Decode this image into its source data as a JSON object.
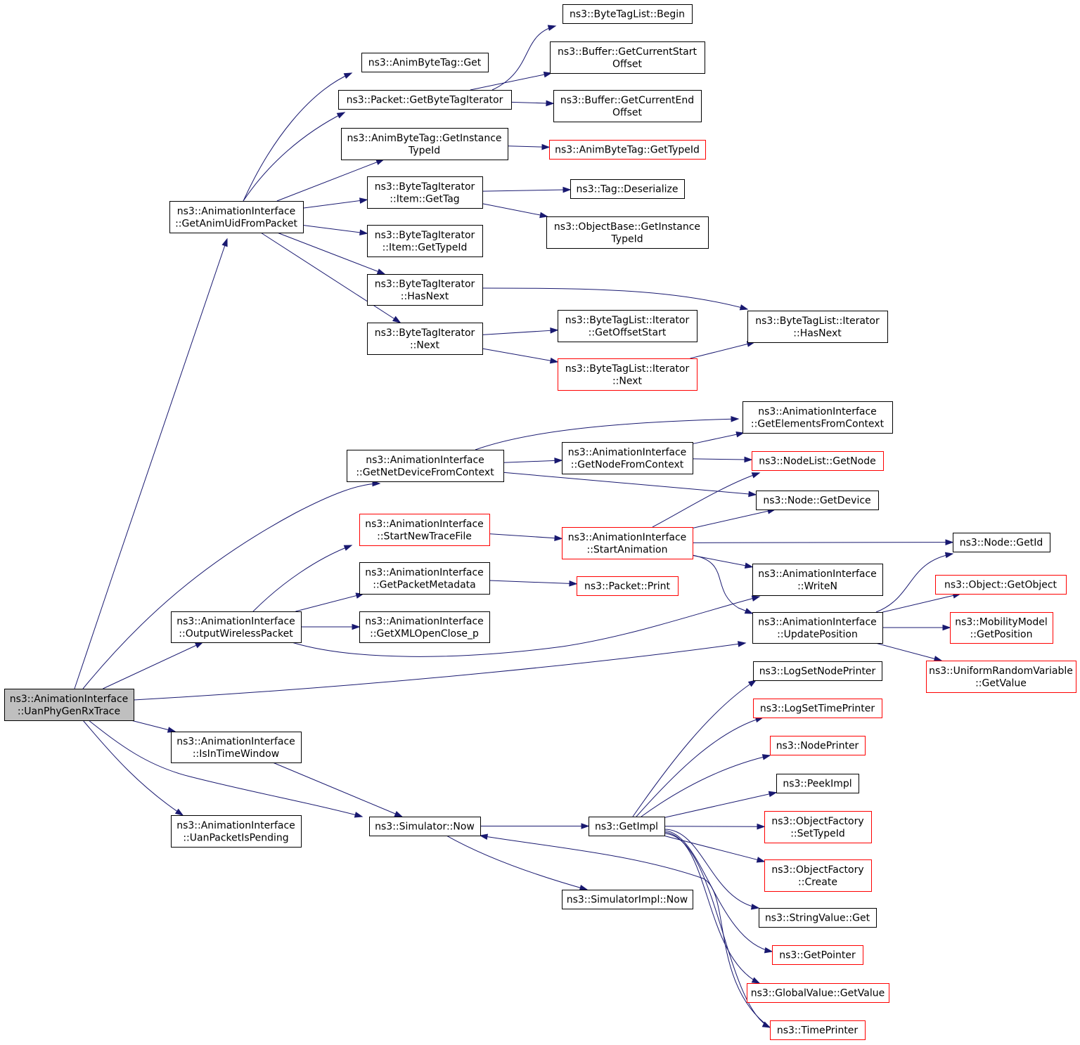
{
  "nodes": [
    {
      "id": "uanphy",
      "lines": [
        "ns3::AnimationInterface",
        "::UanPhyGenRxTrace"
      ],
      "style": "root"
    },
    {
      "id": "getanimuid",
      "lines": [
        "ns3::AnimationInterface",
        "::GetAnimUidFromPacket"
      ],
      "style": "normal"
    },
    {
      "id": "outputwireless",
      "lines": [
        "ns3::AnimationInterface",
        "::OutputWirelessPacket"
      ],
      "style": "normal"
    },
    {
      "id": "isintimewindow",
      "lines": [
        "ns3::AnimationInterface",
        "::IsInTimeWindow"
      ],
      "style": "normal"
    },
    {
      "id": "uanpacketispending",
      "lines": [
        "ns3::AnimationInterface",
        "::UanPacketIsPending"
      ],
      "style": "normal"
    },
    {
      "id": "animbytetag_get",
      "lines": [
        "ns3::AnimByteTag::Get"
      ],
      "style": "normal"
    },
    {
      "id": "packet_getbytetagiterator",
      "lines": [
        "ns3::Packet::GetByteTagIterator"
      ],
      "style": "normal"
    },
    {
      "id": "animbytetag_getinstancetypeid",
      "lines": [
        "ns3::AnimByteTag::GetInstance",
        "TypeId"
      ],
      "style": "normal"
    },
    {
      "id": "bti_item_gettag",
      "lines": [
        "ns3::ByteTagIterator",
        "::Item::GetTag"
      ],
      "style": "normal"
    },
    {
      "id": "bti_item_gettypeid",
      "lines": [
        "ns3::ByteTagIterator",
        "::Item::GetTypeId"
      ],
      "style": "normal"
    },
    {
      "id": "bti_hasnext",
      "lines": [
        "ns3::ByteTagIterator",
        "::HasNext"
      ],
      "style": "normal"
    },
    {
      "id": "bti_next",
      "lines": [
        "ns3::ByteTagIterator",
        "::Next"
      ],
      "style": "normal"
    },
    {
      "id": "btl_begin",
      "lines": [
        "ns3::ByteTagList::Begin"
      ],
      "style": "normal"
    },
    {
      "id": "buffer_getcurrentstart",
      "lines": [
        "ns3::Buffer::GetCurrentStart",
        "Offset"
      ],
      "style": "normal"
    },
    {
      "id": "buffer_getcurrentend",
      "lines": [
        "ns3::Buffer::GetCurrentEnd",
        "Offset"
      ],
      "style": "normal"
    },
    {
      "id": "animbytetag_gettypeid",
      "lines": [
        "ns3::AnimByteTag::GetTypeId"
      ],
      "style": "red"
    },
    {
      "id": "tag_deserialize",
      "lines": [
        "ns3::Tag::Deserialize"
      ],
      "style": "normal"
    },
    {
      "id": "objectbase_getinstancetypeid",
      "lines": [
        "ns3::ObjectBase::GetInstance",
        "TypeId"
      ],
      "style": "normal"
    },
    {
      "id": "btl_it_getoffsetstart",
      "lines": [
        "ns3::ByteTagList::Iterator",
        "::GetOffsetStart"
      ],
      "style": "normal"
    },
    {
      "id": "btl_it_next",
      "lines": [
        "ns3::ByteTagList::Iterator",
        "::Next"
      ],
      "style": "red"
    },
    {
      "id": "btl_it_hasnext",
      "lines": [
        "ns3::ByteTagList::Iterator",
        "::HasNext"
      ],
      "style": "normal"
    },
    {
      "id": "getnetdevicefromcontext",
      "lines": [
        "ns3::AnimationInterface",
        "::GetNetDeviceFromContext"
      ],
      "style": "normal"
    },
    {
      "id": "getnodefromcontext",
      "lines": [
        "ns3::AnimationInterface",
        "::GetNodeFromContext"
      ],
      "style": "normal"
    },
    {
      "id": "getelementsfromcontext",
      "lines": [
        "ns3::AnimationInterface",
        "::GetElementsFromContext"
      ],
      "style": "normal"
    },
    {
      "id": "nodelist_getnode",
      "lines": [
        "ns3::NodeList::GetNode"
      ],
      "style": "red"
    },
    {
      "id": "node_getdevice",
      "lines": [
        "ns3::Node::GetDevice"
      ],
      "style": "normal"
    },
    {
      "id": "startnewtracefile",
      "lines": [
        "ns3::AnimationInterface",
        "::StartNewTraceFile"
      ],
      "style": "red"
    },
    {
      "id": "startanimation",
      "lines": [
        "ns3::AnimationInterface",
        "::StartAnimation"
      ],
      "style": "red"
    },
    {
      "id": "getpacketmetadata",
      "lines": [
        "ns3::AnimationInterface",
        "::GetPacketMetadata"
      ],
      "style": "normal"
    },
    {
      "id": "packet_print",
      "lines": [
        "ns3::Packet::Print"
      ],
      "style": "red"
    },
    {
      "id": "getxmlopenclose",
      "lines": [
        "ns3::AnimationInterface",
        "::GetXMLOpenClose_p"
      ],
      "style": "normal"
    },
    {
      "id": "writen",
      "lines": [
        "ns3::AnimationInterface",
        "::WriteN"
      ],
      "style": "normal"
    },
    {
      "id": "updateposition",
      "lines": [
        "ns3::AnimationInterface",
        "::UpdatePosition"
      ],
      "style": "normal"
    },
    {
      "id": "node_getid",
      "lines": [
        "ns3::Node::GetId"
      ],
      "style": "normal"
    },
    {
      "id": "object_getobject",
      "lines": [
        "ns3::Object::GetObject"
      ],
      "style": "red"
    },
    {
      "id": "mobilitymodel_getposition",
      "lines": [
        "ns3::MobilityModel",
        "::GetPosition"
      ],
      "style": "red"
    },
    {
      "id": "uniformrandom_getvalue",
      "lines": [
        "ns3::UniformRandomVariable",
        "::GetValue"
      ],
      "style": "red"
    },
    {
      "id": "simulator_now",
      "lines": [
        "ns3::Simulator::Now"
      ],
      "style": "normal"
    },
    {
      "id": "getimpl",
      "lines": [
        "ns3::GetImpl"
      ],
      "style": "normal"
    },
    {
      "id": "simulatorimpl_now",
      "lines": [
        "ns3::SimulatorImpl::Now"
      ],
      "style": "normal"
    },
    {
      "id": "logsetnodeprinter",
      "lines": [
        "ns3::LogSetNodePrinter"
      ],
      "style": "normal"
    },
    {
      "id": "logsettimeprinter",
      "lines": [
        "ns3::LogSetTimePrinter"
      ],
      "style": "red"
    },
    {
      "id": "nodeprinter",
      "lines": [
        "ns3::NodePrinter"
      ],
      "style": "red"
    },
    {
      "id": "peekimpl",
      "lines": [
        "ns3::PeekImpl"
      ],
      "style": "normal"
    },
    {
      "id": "objectfactory_settypeid",
      "lines": [
        "ns3::ObjectFactory",
        "::SetTypeId"
      ],
      "style": "red"
    },
    {
      "id": "objectfactory_create",
      "lines": [
        "ns3::ObjectFactory",
        "::Create"
      ],
      "style": "red"
    },
    {
      "id": "stringvalue_get",
      "lines": [
        "ns3::StringValue::Get"
      ],
      "style": "normal"
    },
    {
      "id": "getpointer",
      "lines": [
        "ns3::GetPointer"
      ],
      "style": "red"
    },
    {
      "id": "globalvalue_getvalue",
      "lines": [
        "ns3::GlobalValue::GetValue"
      ],
      "style": "red"
    },
    {
      "id": "timeprinter",
      "lines": [
        "ns3::TimePrinter"
      ],
      "style": "red"
    }
  ],
  "edges": [
    [
      "uanphy",
      "getanimuid"
    ],
    [
      "uanphy",
      "getnetdevicefromcontext"
    ],
    [
      "uanphy",
      "outputwireless"
    ],
    [
      "uanphy",
      "updateposition"
    ],
    [
      "uanphy",
      "isintimewindow"
    ],
    [
      "uanphy",
      "simulator_now"
    ],
    [
      "uanphy",
      "uanpacketispending"
    ],
    [
      "getanimuid",
      "animbytetag_get"
    ],
    [
      "getanimuid",
      "packet_getbytetagiterator"
    ],
    [
      "getanimuid",
      "animbytetag_getinstancetypeid"
    ],
    [
      "getanimuid",
      "bti_item_gettag"
    ],
    [
      "getanimuid",
      "bti_item_gettypeid"
    ],
    [
      "getanimuid",
      "bti_hasnext"
    ],
    [
      "getanimuid",
      "bti_next"
    ],
    [
      "packet_getbytetagiterator",
      "btl_begin"
    ],
    [
      "packet_getbytetagiterator",
      "buffer_getcurrentstart"
    ],
    [
      "packet_getbytetagiterator",
      "buffer_getcurrentend"
    ],
    [
      "animbytetag_getinstancetypeid",
      "animbytetag_gettypeid"
    ],
    [
      "bti_item_gettag",
      "tag_deserialize"
    ],
    [
      "bti_item_gettag",
      "objectbase_getinstancetypeid"
    ],
    [
      "bti_hasnext",
      "btl_it_hasnext"
    ],
    [
      "bti_next",
      "btl_it_getoffsetstart"
    ],
    [
      "bti_next",
      "btl_it_next"
    ],
    [
      "btl_it_next",
      "btl_it_hasnext"
    ],
    [
      "getnetdevicefromcontext",
      "getelementsfromcontext"
    ],
    [
      "getnetdevicefromcontext",
      "getnodefromcontext"
    ],
    [
      "getnetdevicefromcontext",
      "node_getdevice"
    ],
    [
      "getnodefromcontext",
      "getelementsfromcontext"
    ],
    [
      "getnodefromcontext",
      "nodelist_getnode"
    ],
    [
      "outputwireless",
      "startnewtracefile"
    ],
    [
      "outputwireless",
      "getpacketmetadata"
    ],
    [
      "outputwireless",
      "getxmlopenclose"
    ],
    [
      "outputwireless",
      "writen"
    ],
    [
      "startnewtracefile",
      "startanimation"
    ],
    [
      "startanimation",
      "nodelist_getnode"
    ],
    [
      "startanimation",
      "node_getdevice"
    ],
    [
      "startanimation",
      "node_getid"
    ],
    [
      "startanimation",
      "writen"
    ],
    [
      "startanimation",
      "updateposition"
    ],
    [
      "getpacketmetadata",
      "packet_print"
    ],
    [
      "updateposition",
      "node_getid"
    ],
    [
      "updateposition",
      "object_getobject"
    ],
    [
      "updateposition",
      "mobilitymodel_getposition"
    ],
    [
      "updateposition",
      "uniformrandom_getvalue"
    ],
    [
      "isintimewindow",
      "simulator_now"
    ],
    [
      "simulator_now",
      "getimpl"
    ],
    [
      "simulator_now",
      "simulatorimpl_now"
    ],
    [
      "getimpl",
      "logsetnodeprinter"
    ],
    [
      "getimpl",
      "logsettimeprinter"
    ],
    [
      "getimpl",
      "nodeprinter"
    ],
    [
      "getimpl",
      "peekimpl"
    ],
    [
      "getimpl",
      "objectfactory_settypeid"
    ],
    [
      "getimpl",
      "objectfactory_create"
    ],
    [
      "getimpl",
      "stringvalue_get"
    ],
    [
      "getimpl",
      "getpointer"
    ],
    [
      "getimpl",
      "globalvalue_getvalue"
    ],
    [
      "getimpl",
      "timeprinter"
    ],
    [
      "timeprinter",
      "simulator_now"
    ]
  ]
}
